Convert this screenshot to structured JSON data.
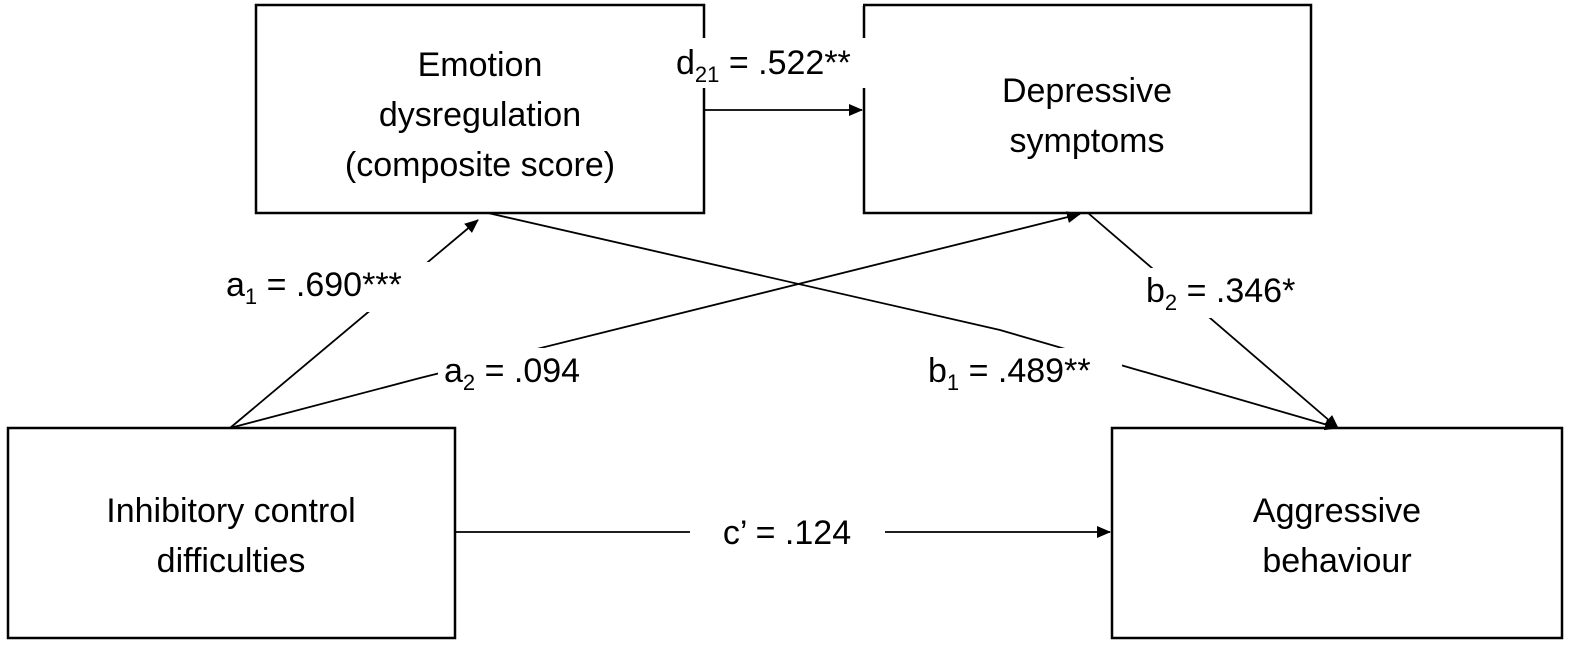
{
  "nodes": {
    "emotion": {
      "lines": [
        "Emotion",
        "dysregulation",
        "(composite score)"
      ]
    },
    "depressive": {
      "lines": [
        "Depressive",
        "symptoms"
      ]
    },
    "inhibitory": {
      "lines": [
        "Inhibitory control",
        "difficulties"
      ]
    },
    "aggressive": {
      "lines": [
        "Aggressive",
        "behaviour"
      ]
    }
  },
  "paths": {
    "d21": {
      "letter": "d",
      "sub": "21",
      "value": " = .522**"
    },
    "a1": {
      "letter": "a",
      "sub": "1",
      "value": " = .690***"
    },
    "a2": {
      "letter": "a",
      "sub": "2",
      "value": " = .094"
    },
    "b1": {
      "letter": "b",
      "sub": "1",
      "value": " = .489**"
    },
    "b2": {
      "letter": "b",
      "sub": "2",
      "value": " = .346*"
    },
    "c": {
      "value": "c’ = .124"
    }
  }
}
